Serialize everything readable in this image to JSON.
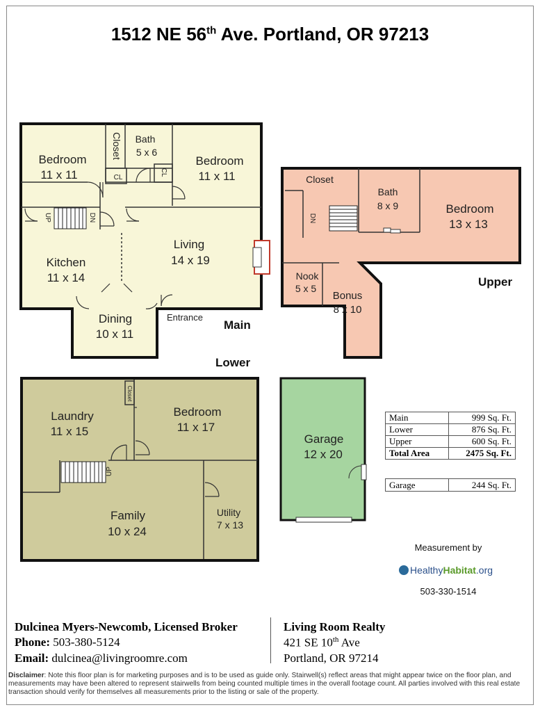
{
  "title": {
    "prefix": "1512 NE 56",
    "sup": "th",
    "suffix": " Ave. Portland, OR 97213"
  },
  "colors": {
    "main": "#f8f6d8",
    "upper": "#f7c8b2",
    "lower": "#cfcb9c",
    "garage": "#a6d5a0",
    "walls": "#111111",
    "fireplace": "#c0392b"
  },
  "levels": {
    "main": "Main",
    "upper": "Upper",
    "lower": "Lower"
  },
  "rooms": {
    "main_bedroom_left": {
      "name": "Bedroom",
      "size": "11 x 11"
    },
    "main_closet": {
      "name": "Closet"
    },
    "main_bath": {
      "name": "Bath",
      "size": "5 x 6"
    },
    "main_bedroom_right": {
      "name": "Bedroom",
      "size": "11 x 11"
    },
    "main_cl_left": {
      "name": "CL"
    },
    "main_cl_right": {
      "name": "CL"
    },
    "main_kitchen": {
      "name": "Kitchen",
      "size": "11 x 14"
    },
    "main_living": {
      "name": "Living",
      "size": "14 x 19"
    },
    "main_dining": {
      "name": "Dining",
      "size": "10 x 11"
    },
    "main_entrance": {
      "name": "Entrance"
    },
    "main_stair_up": {
      "name": "UP"
    },
    "main_stair_dn": {
      "name": "DN"
    },
    "upper_closet": {
      "name": "Closet"
    },
    "upper_bath": {
      "name": "Bath",
      "size": "8 x 9"
    },
    "upper_bedroom": {
      "name": "Bedroom",
      "size": "13 x 13"
    },
    "upper_stair_dn": {
      "name": "DN"
    },
    "upper_nook": {
      "name": "Nook",
      "size": "5 x 5"
    },
    "upper_bonus": {
      "name": "Bonus",
      "size": "8 x 10"
    },
    "lower_laundry": {
      "name": "Laundry",
      "size": "11 x 15"
    },
    "lower_closet": {
      "name": "Closet"
    },
    "lower_bedroom": {
      "name": "Bedroom",
      "size": "11 x 17"
    },
    "lower_stair_up": {
      "name": "UP"
    },
    "lower_family": {
      "name": "Family",
      "size": "10 x 24"
    },
    "lower_utility": {
      "name": "Utility",
      "size": "7 x 13"
    },
    "garage": {
      "name": "Garage",
      "size": "12 x 20"
    }
  },
  "area_table": [
    {
      "label": "Main",
      "value": "999 Sq. Ft."
    },
    {
      "label": "Lower",
      "value": "876 Sq. Ft."
    },
    {
      "label": "Upper",
      "value": "600 Sq. Ft."
    },
    {
      "label": "Total Area",
      "value": "2475 Sq. Ft."
    }
  ],
  "garage_table": {
    "label": "Garage",
    "value": "244 Sq. Ft."
  },
  "measurement": {
    "by": "Measurement by",
    "logo_part1": "Healthy",
    "logo_part2": "Habitat",
    "logo_part3": ".org",
    "phone": "503-330-1514"
  },
  "broker": {
    "name": "Dulcinea Myers-Newcomb, Licensed Broker",
    "phone_label": "Phone:",
    "phone": " 503-380-5124",
    "email_label": "Email:",
    "email": " dulcinea@livingroomre.com"
  },
  "company": {
    "name": "Living Room Realty",
    "street_prefix": "421 SE 10",
    "street_sup": "th",
    "street_suffix": " Ave",
    "city": "Portland, OR 97214"
  },
  "disclaimer": {
    "label": "Disclaimer",
    "text": ": Note this floor plan is for marketing purposes and is to be used as guide only.  Stairwell(s) reflect areas that might appear twice on the floor plan, and measurements may have been altered to represent stairwells from being counted multiple times in the overall footage count.  All parties involved with this real estate transaction should verify for themselves all measurements prior to the listing or sale of the property."
  }
}
